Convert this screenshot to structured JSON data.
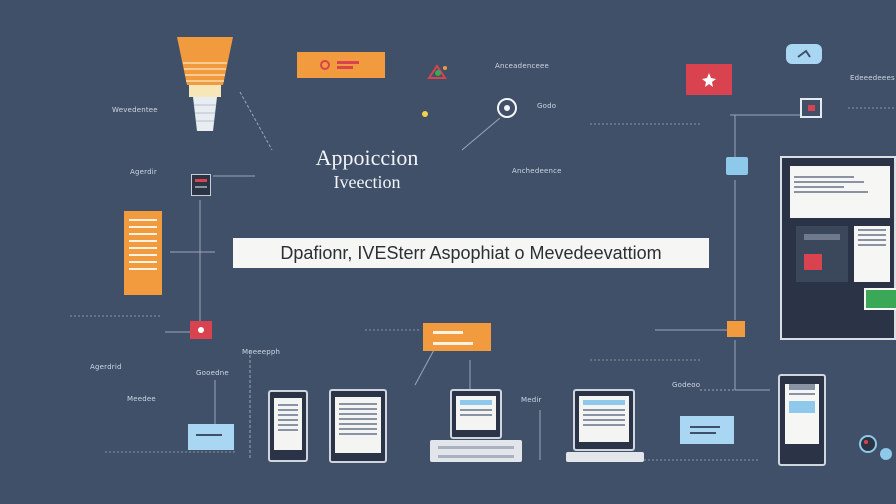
{
  "title": {
    "line1": "Appoiccion",
    "line2": "Iveection"
  },
  "banner": "Dpafionr, IVESterr Aspophiat o Mevedeevattiom",
  "labels": {
    "top_left": "Wevedentee",
    "top_mid_right": "Anceadenceee",
    "top_small": "Godo",
    "mid_left": "Agerdir",
    "mid_center_right": "Anchedeence",
    "top_far_right": "Edeeedeees",
    "bottom_left_1": "Agerdrid",
    "bottom_left_2": "Meedee",
    "bottom_mid_1": "Gooedne",
    "bottom_mid_2": "Moeeepph",
    "bottom_center": "Medir",
    "bottom_right": "Godeoo"
  },
  "colors": {
    "background": "#3f5068",
    "orange": "#f29a3e",
    "red": "#d8434f",
    "light_blue": "#a9d6f2",
    "banner_bg": "#f6f6f4"
  },
  "icons": {
    "lightbulb": "lightbulb-icon",
    "orange_tag": "orange-tag-icon",
    "red_star": "star-icon",
    "circle": "target-icon",
    "cloud": "cloud-icon",
    "monitor": "monitor-icon",
    "robot": "robot-icon"
  }
}
